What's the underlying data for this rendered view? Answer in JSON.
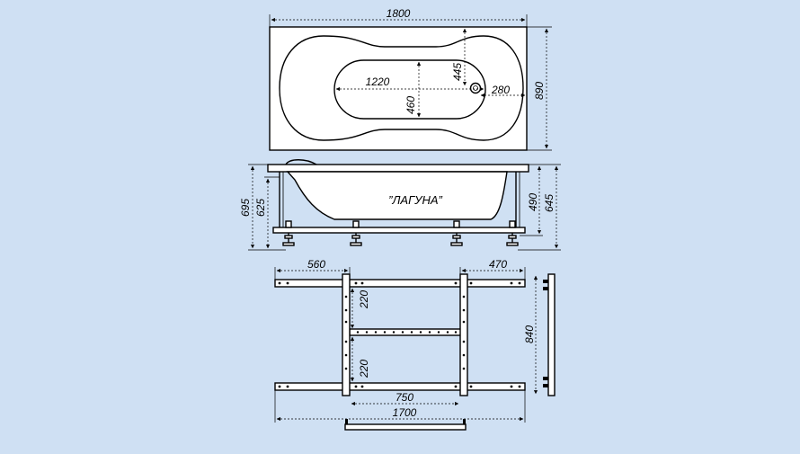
{
  "background_color": "#cfe0f3",
  "top_view": {
    "dim_length": "1800",
    "dim_width": "890",
    "dim_inner_length": "1220",
    "dim_inner_width": "460",
    "dim_drain_offset_y": "445",
    "dim_drain_offset_x": "280"
  },
  "side_view": {
    "model_name": "”ЛАГУНА”",
    "dim_total_height": "695",
    "dim_frame_height": "625",
    "dim_depth": "490",
    "dim_rim_height": "645"
  },
  "frame_view": {
    "dim_left_offset": "560",
    "dim_right_offset": "470",
    "dim_spacing_top": "220",
    "dim_spacing_bottom": "220",
    "dim_frame_length": "840",
    "dim_inner_span": "750",
    "dim_total_length": "1700"
  }
}
